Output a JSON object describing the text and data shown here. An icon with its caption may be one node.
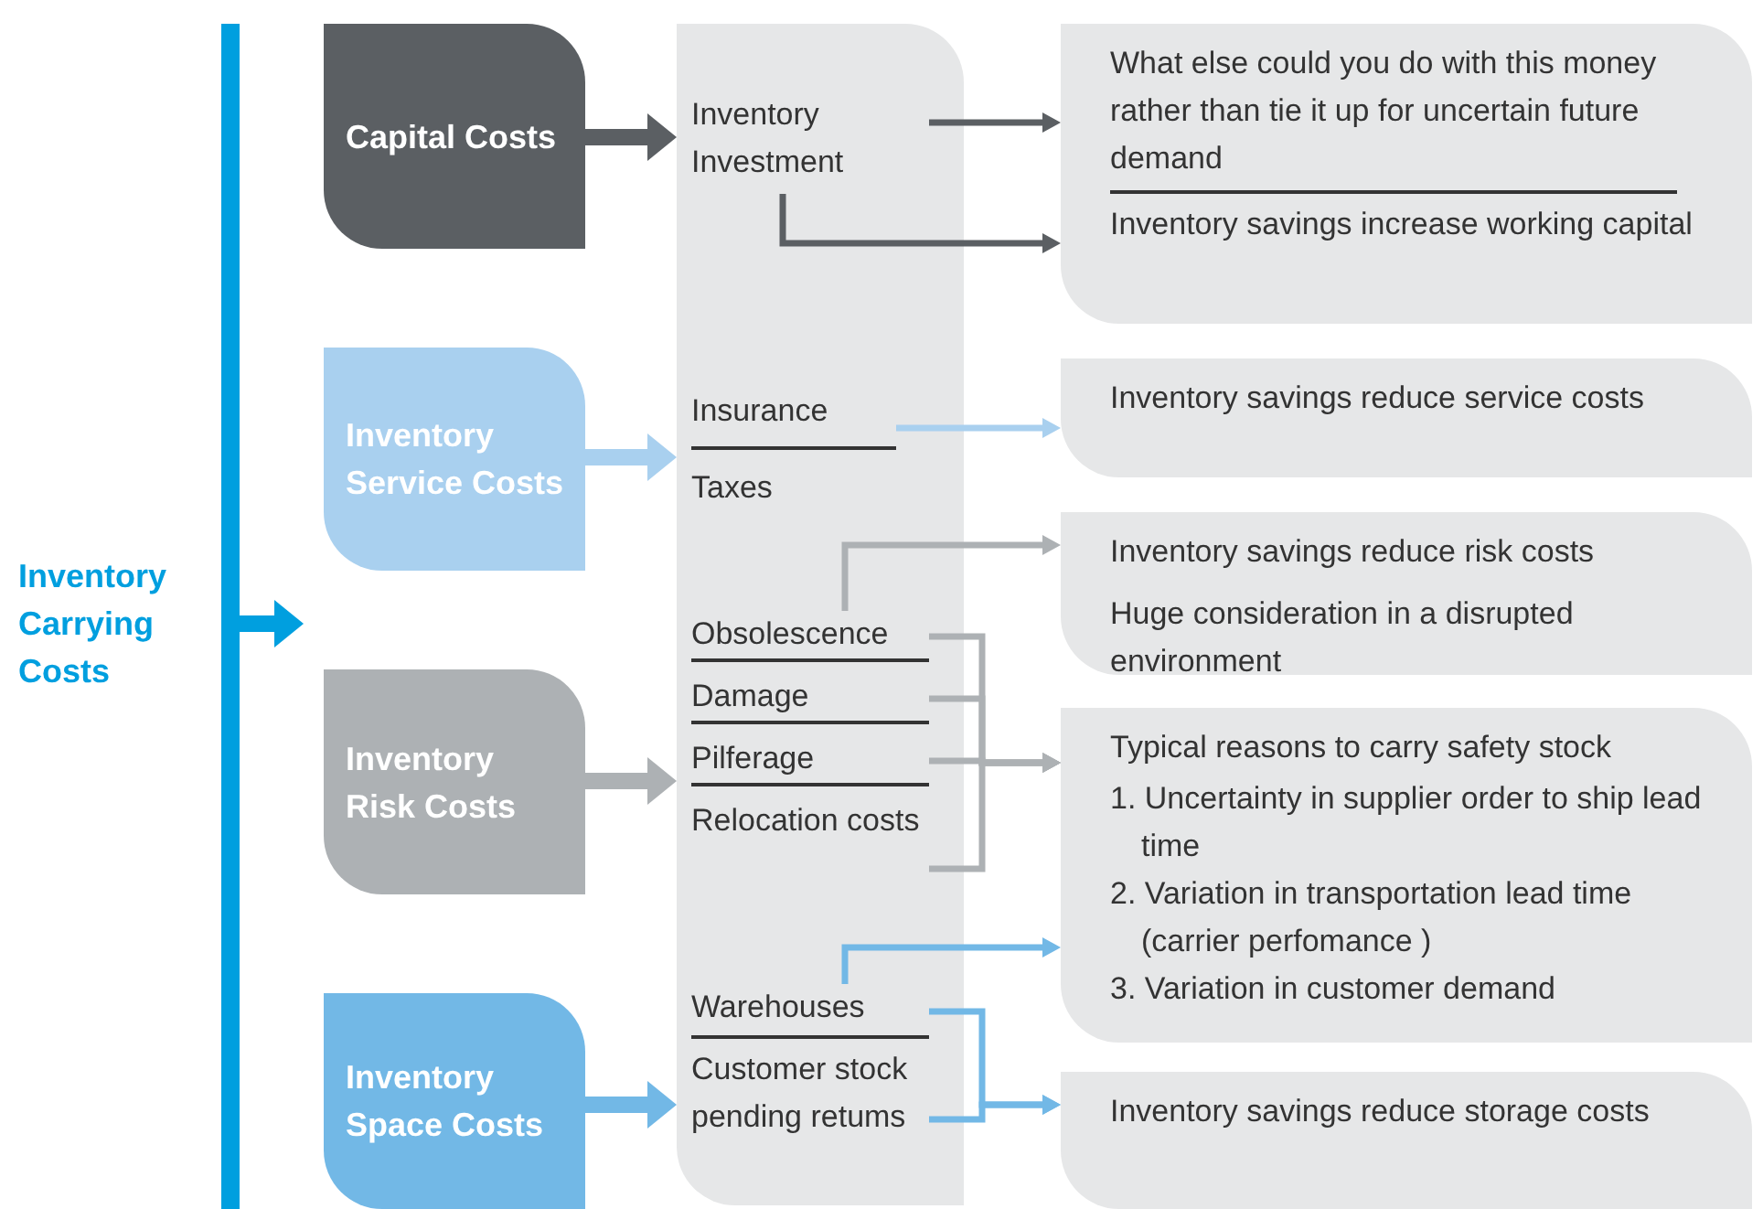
{
  "diagram": {
    "nodes": [
      {
        "text": [
          "Capital Costs"
        ]
      },
      {
        "text": [
          "Inventory Service Costs"
        ]
      },
      {
        "text": [
          "Inventory Risk Costs"
        ]
      },
      {
        "text": [
          "Inventory Space Costs"
        ]
      },
      {
        "text": [],
        "shape": "box"
      },
      {
        "text": [
          "Inventory Investment"
        ],
        "in": 4
      },
      {
        "text": [
          "Insurance"
        ],
        "in": 4
      },
      {
        "text": [
          "Taxes"
        ],
        "in": 4
      },
      {
        "text": [
          "Obsolescence"
        ],
        "in": 4
      },
      {
        "text": [
          "Damage"
        ],
        "in": 4
      },
      {
        "text": [
          "Pilferage"
        ],
        "in": 4
      },
      {
        "text": [
          "Relocation costs"
        ],
        "in": 4
      },
      {
        "text": [
          "Warehouses"
        ],
        "in": 4
      },
      {
        "text": [
          "Customer stock pending retums"
        ],
        "in": 4
      },
      {
        "text": [
          "What else could you do with this money rather than tie it up for uncertain future demand",
          "Inventory savings increase working capital"
        ]
      },
      {
        "text": [
          "Inventory savings reduce service costs"
        ]
      },
      {
        "text": [
          "Inventory savings reduce risk costs",
          "Huge consideration in a disrupted environment"
        ]
      },
      {
        "text": [
          "Typical reasons to carry safety stock",
          "1. Uncertainty in supplier order to ship lead time",
          "2. Variation in transportation lead time (carrier perfomance )",
          "3. Variation in customer demand"
        ]
      },
      {
        "text": [
          "Inventory savings reduce storage costs"
        ]
      }
    ],
    "edges": [
      {
        "from": 0,
        "to": 4,
        "arrow": "to",
        "style": "thick",
        "color": "#5b5f63"
      },
      {
        "from": 1,
        "to": 4,
        "arrow": "to",
        "style": "thick",
        "color": "#a9d0ef"
      },
      {
        "from": 2,
        "to": 4,
        "arrow": "to",
        "style": "thick"
      },
      {
        "from": 3,
        "to": 4,
        "arrow": "to",
        "style": "thick",
        "color": "#72b8e6"
      },
      {
        "from": 5,
        "to": 14,
        "arrow": "to",
        "color": "#5b5f63"
      },
      {
        "from": 5,
        "to": 14,
        "arrow": "to",
        "color": "#5b5f63"
      },
      {
        "from": 6,
        "to": 15,
        "arrow": "to",
        "color": "#a9d0ef"
      },
      {
        "from": 8,
        "to": 16,
        "arrow": "to"
      },
      {
        "from": 8,
        "to": 17,
        "arrow": "to"
      },
      {
        "from": 9,
        "to": 17,
        "arrow": "to"
      },
      {
        "from": 10,
        "to": 17,
        "arrow": "to"
      },
      {
        "from": 11,
        "to": 17,
        "arrow": "to"
      },
      {
        "from": 12,
        "to": 17,
        "arrow": "to",
        "color": "#72b8e6"
      },
      {
        "from": 12,
        "to": 18,
        "arrow": "to",
        "color": "#72b8e6"
      },
      {
        "from": 13,
        "to": 18,
        "arrow": "to",
        "color": "#72b8e6"
      }
    ],
    "labels": [
      "Inventory Carrying Costs"
    ]
  }
}
